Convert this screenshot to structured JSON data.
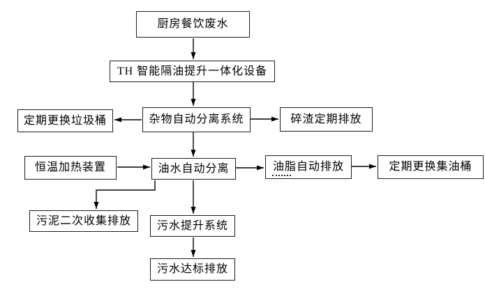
{
  "diagram": {
    "type": "flowchart",
    "background": "#ffffff",
    "colors": {
      "line": "#000000",
      "box_border": "#1c1c1c",
      "text": "#000000"
    },
    "nodes": {
      "kitchen": "厨房餐饮废水",
      "device": "TH 智能隔油提升一体化设备",
      "debris": "杂物自动分离系统",
      "trash": "定期更换垃圾桶",
      "residue": "碎渣定期排放",
      "heater": "恒温加热装置",
      "oilwater": "油水自动分离",
      "grease": "油脂自动排放",
      "oilbarrel": "定期更换集油桶",
      "sludge": "污泥二次收集排放",
      "lift": "污水提升系统",
      "discharge": "污水达标排放"
    },
    "edges": [
      {
        "from": "kitchen",
        "to": "device",
        "direction": "down"
      },
      {
        "from": "device",
        "to": "debris",
        "direction": "down"
      },
      {
        "from": "debris",
        "to": "trash",
        "direction": "left"
      },
      {
        "from": "debris",
        "to": "residue",
        "direction": "right"
      },
      {
        "from": "debris",
        "to": "oilwater",
        "direction": "down"
      },
      {
        "from": "heater",
        "to": "oilwater",
        "direction": "right"
      },
      {
        "from": "oilwater",
        "to": "grease",
        "direction": "right"
      },
      {
        "from": "grease",
        "to": "oilbarrel",
        "direction": "right"
      },
      {
        "from": "oilwater",
        "to": "sludge",
        "direction": "down-left-elbow"
      },
      {
        "from": "oilwater",
        "to": "lift",
        "direction": "down"
      },
      {
        "from": "lift",
        "to": "discharge",
        "direction": "down"
      }
    ]
  }
}
